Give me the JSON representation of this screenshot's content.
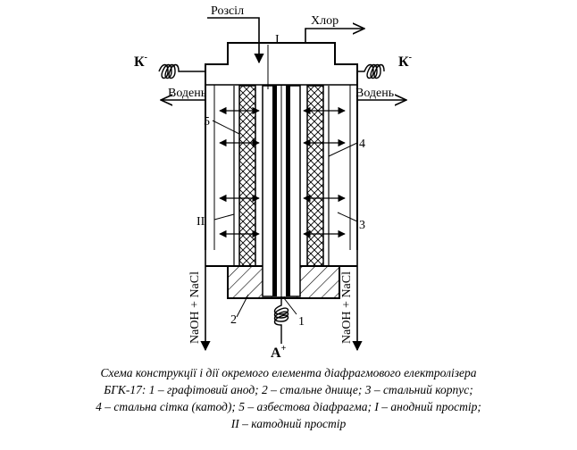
{
  "labels": {
    "brine": "Розсіл",
    "chlorine": "Хлор",
    "hydrogen_left": "Водень",
    "hydrogen_right": "Водень",
    "cathode_left": "К",
    "cathode_right": "К",
    "cathode_sign": "-",
    "anode": "А",
    "anode_sign": "+",
    "outlet_left": "NaOH + NaCl",
    "outlet_right": "NaOH + NaCl",
    "num_1_bottom": "1",
    "num_2": "2",
    "num_3": "3",
    "num_4": "4",
    "num_5": "5",
    "roman_1": "I",
    "roman_2": "II"
  },
  "caption": {
    "line1": "Схема конструкції і дії окремого елемента діафрагмового електролізера",
    "line2": "БГК-17: 1 –  графітовий анод; 2 – стальне днище; 3 – стальний корпус;",
    "line3": "4 – стальна сітка (катод); 5 – азбестова діафрагма;  I – анодний простір;",
    "line4": "II – катодний простір"
  }
}
